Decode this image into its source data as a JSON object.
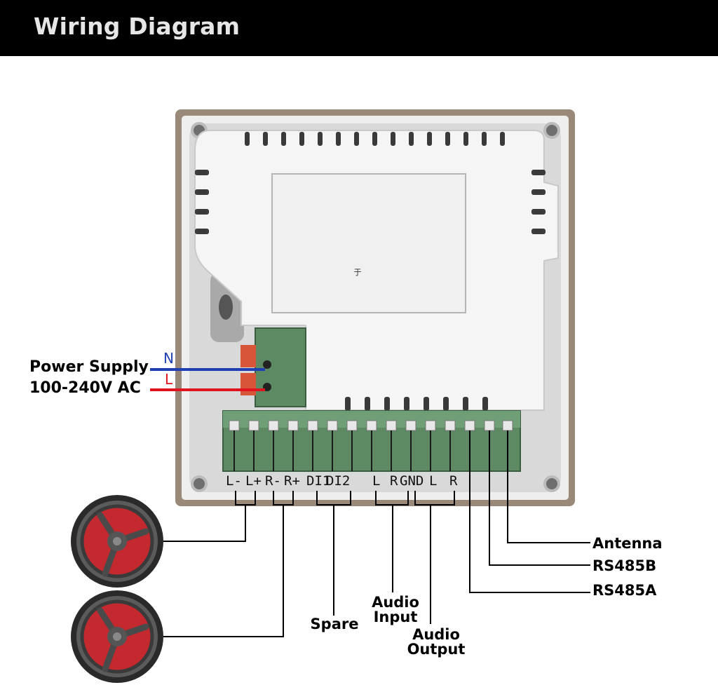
{
  "header": {
    "title": "Wiring Diagram"
  },
  "power": {
    "line1": "Power Supply",
    "line2": "100-240V AC",
    "n_label": "N",
    "l_label": "L",
    "n_color": "#1f3fb5",
    "l_color": "#e0141e"
  },
  "panel": {
    "center_mark": "于"
  },
  "terminals": [
    "L-",
    "L+",
    "R-",
    "R+",
    "DI1",
    "DI2",
    "",
    "L",
    "R",
    "GND",
    "L",
    "R"
  ],
  "labels": {
    "spare": "Spare",
    "audio_input_1": "Audio",
    "audio_input_2": "Input",
    "audio_output_1": "Audio",
    "audio_output_2": "Output",
    "antenna": "Antenna",
    "rs485b": "RS485B",
    "rs485a": "RS485A"
  },
  "colors": {
    "frame": "#9a8878",
    "panel": "#f4f4f4",
    "terminal_block": "#5d8a62",
    "speaker_cone": "#c4292f"
  }
}
